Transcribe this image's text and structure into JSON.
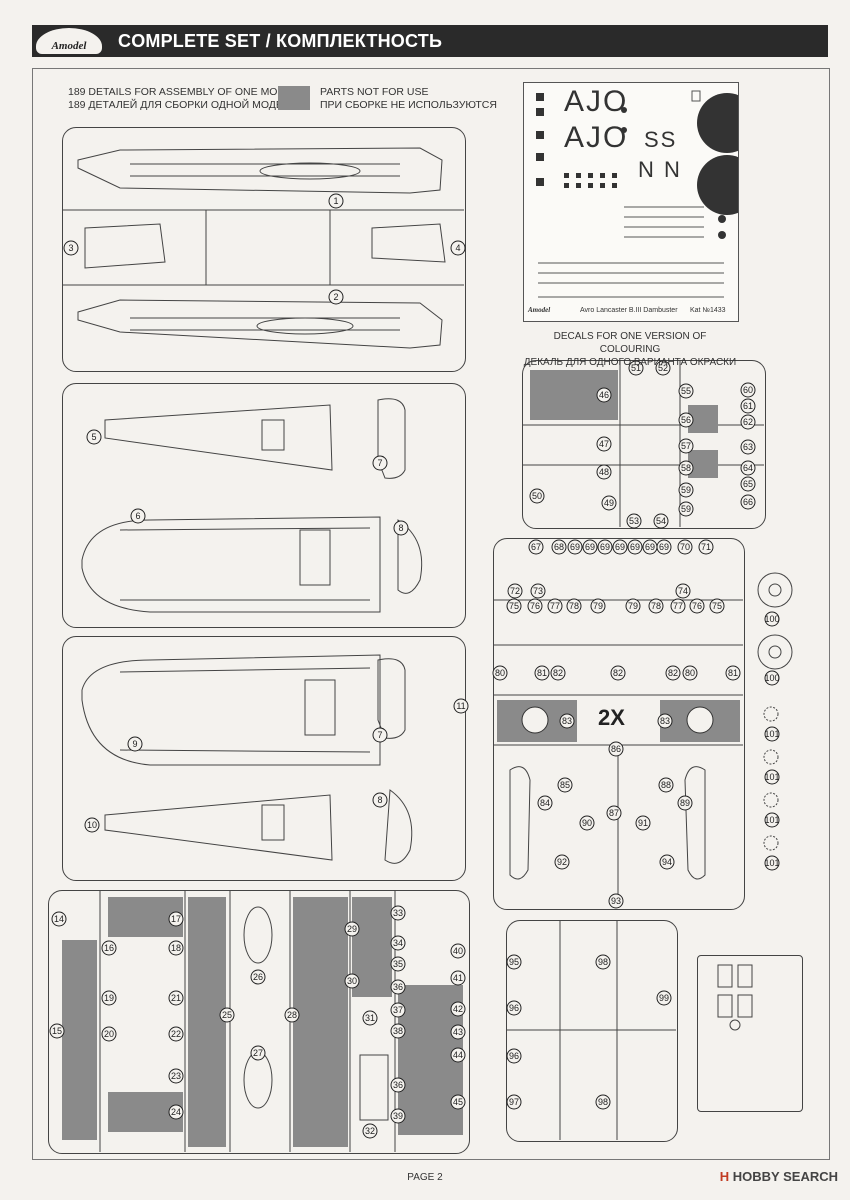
{
  "header": {
    "logo_text": "Amodel",
    "title": "COMPLETE SET / КОМПЛЕКТНОСТЬ"
  },
  "info": {
    "details_en": "189 DETAILS FOR ASSEMBLY OF ONE MODEL",
    "details_ru": "189 ДЕТАЛЕЙ ДЛЯ СБОРКИ ОДНОЙ МОДЕЛИ",
    "not_used_en": "PARTS NOT FOR USE",
    "not_used_ru": "ПРИ СБОРКЕ НЕ ИСПОЛЬЗУЮТСЯ"
  },
  "decal_sheet": {
    "code_1": "AJO",
    "code_2": "AJO",
    "code_3": "SS",
    "code_4": "N N",
    "model_name": "Avro Lancaster B.III Dambuster",
    "kat": "Kat №1433",
    "caption_en": "DECALS FOR ONE VERSION OF COLOURING",
    "caption_ru": "ДЕКАЛЬ ДЛЯ ОДНОГО ВАРИАНТА ОКРАСКИ"
  },
  "sprue_note": "2X",
  "footer": {
    "page_label": "PAGE 2",
    "watermark_prefix": "H",
    "watermark_text": "HOBBY SEARCH"
  },
  "colors": {
    "header_bg": "#2a2a2a",
    "unused_parts": "#8a8a8a",
    "watermark_accent": "#c23b22"
  },
  "part_numbers": [
    "1",
    "2",
    "3",
    "4",
    "5",
    "6",
    "7",
    "8",
    "9",
    "10",
    "11",
    "14",
    "15",
    "16",
    "17",
    "18",
    "19",
    "20",
    "21",
    "22",
    "23",
    "24",
    "25",
    "26",
    "27",
    "28",
    "29",
    "30",
    "31",
    "32",
    "33",
    "34",
    "35",
    "36",
    "37",
    "38",
    "39",
    "40",
    "41",
    "42",
    "43",
    "44",
    "45",
    "46",
    "47",
    "48",
    "49",
    "50",
    "51",
    "52",
    "53",
    "54",
    "55",
    "56",
    "57",
    "58",
    "59",
    "60",
    "61",
    "62",
    "63",
    "64",
    "65",
    "66",
    "67",
    "68",
    "69",
    "70",
    "71",
    "72",
    "73",
    "74",
    "75",
    "76",
    "77",
    "78",
    "79",
    "80",
    "81",
    "82",
    "83",
    "84",
    "85",
    "86",
    "87",
    "88",
    "89",
    "90",
    "91",
    "92",
    "93",
    "94",
    "95",
    "96",
    "97",
    "98",
    "99",
    "100",
    "101"
  ]
}
